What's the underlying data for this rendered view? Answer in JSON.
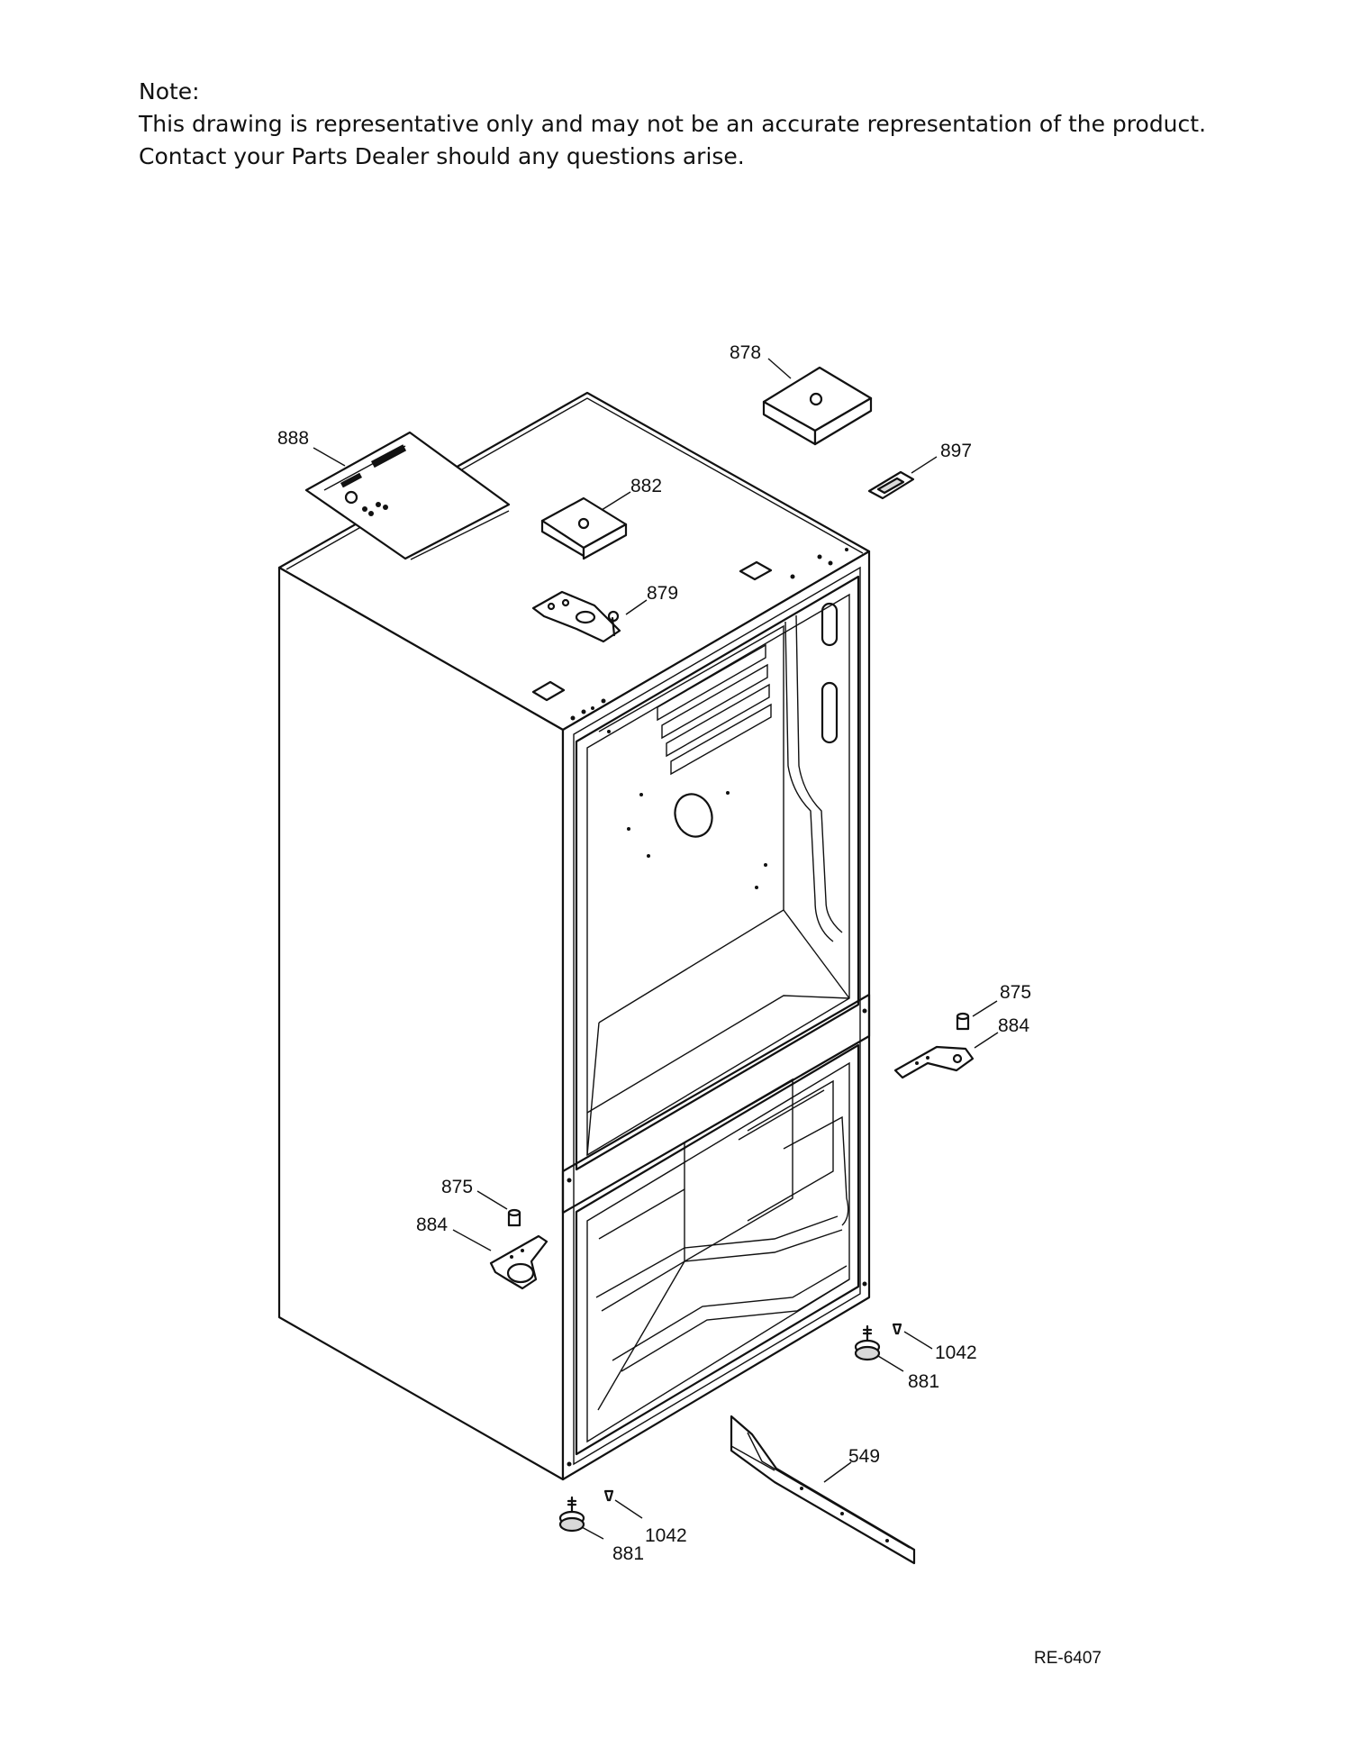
{
  "note": {
    "heading": "Note:",
    "line1": "This drawing is representative only and may not be an accurate representation of the product.",
    "line2": "Contact your Parts Dealer should any questions arise."
  },
  "callouts": {
    "p878": "878",
    "p897": "897",
    "p888": "888",
    "p882": "882",
    "p879": "879",
    "p875_right": "875",
    "p884_right": "884",
    "p875_left": "875",
    "p884_left": "884",
    "p1042_right": "1042",
    "p881_right": "881",
    "p549": "549",
    "p1042_left": "1042",
    "p881_left": "881"
  },
  "document_id": "RE-6407",
  "colors": {
    "line": "#111111",
    "background": "#ffffff",
    "shade": "#d9d9d9"
  }
}
